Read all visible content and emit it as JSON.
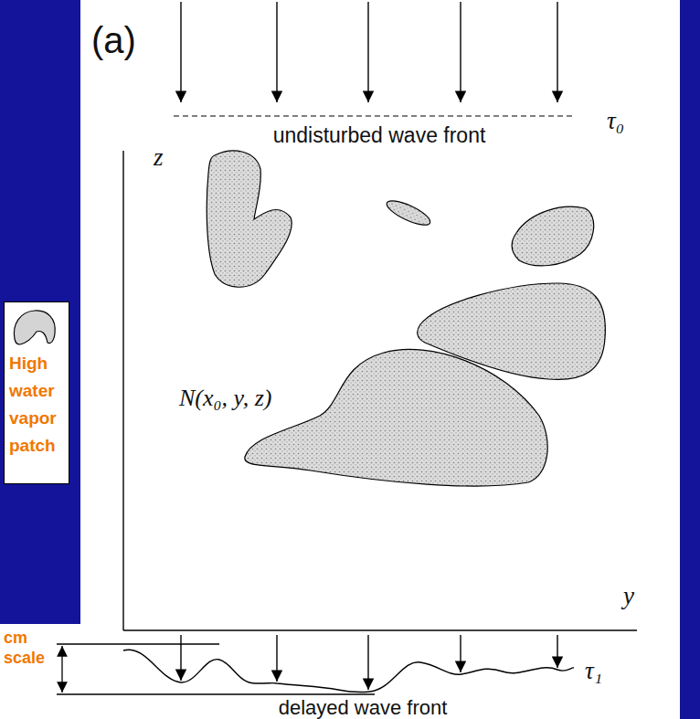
{
  "diagram": {
    "labels": [
      "(a)",
      "undisturbed wave front",
      "τ₀",
      "z",
      "N(x₀, y, z)",
      "y",
      "cm scale",
      "τ₁",
      "delayed wave front"
    ],
    "legend": [
      {
        "text": "High water vapor patch"
      }
    ]
  }
}
